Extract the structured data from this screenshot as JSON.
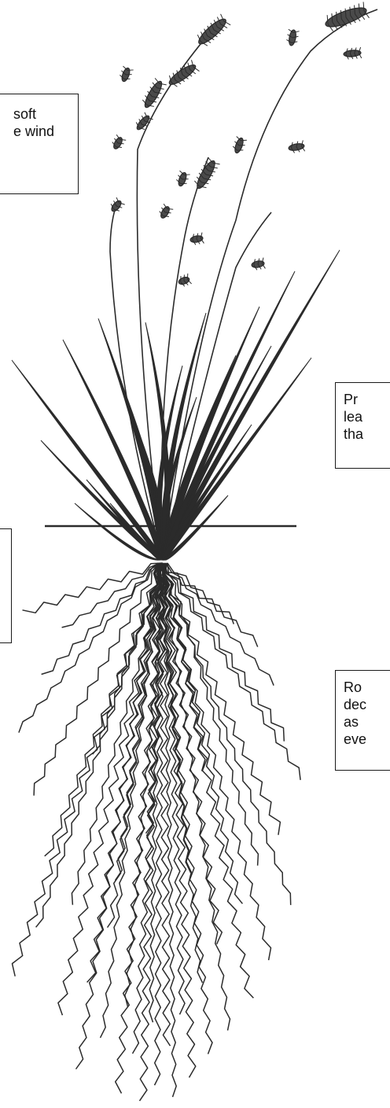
{
  "callouts": {
    "seedheads": {
      "lines": [
        "soft",
        "e wind"
      ]
    },
    "leaves": {
      "lines": [
        "Pr",
        "lea",
        "tha"
      ]
    },
    "soil": {
      "lines": []
    },
    "roots": {
      "lines": [
        "Ro",
        "dec",
        "as",
        "eve"
      ]
    }
  },
  "colors": {
    "ink": "#2b2b2b",
    "background": "#ffffff",
    "border": "#1a1a1a"
  }
}
